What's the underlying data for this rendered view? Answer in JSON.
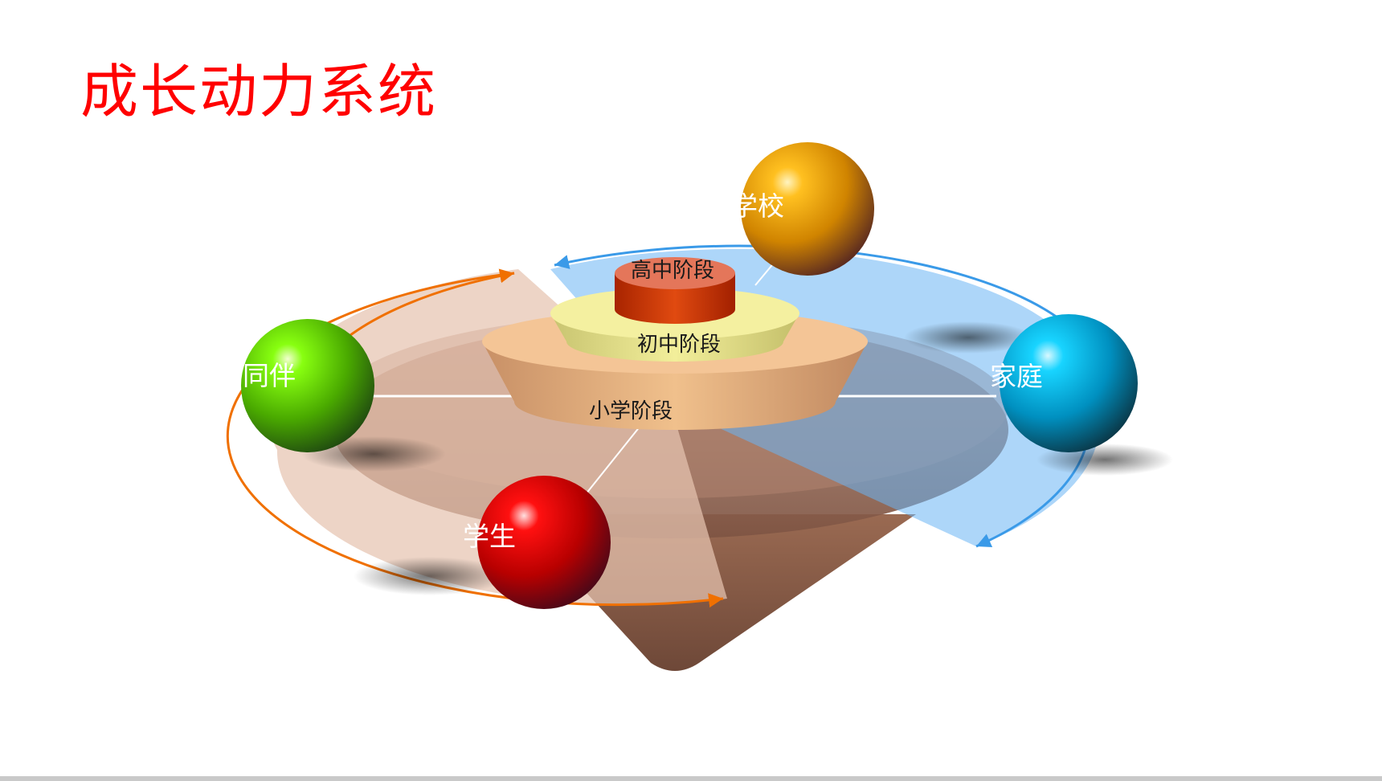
{
  "slide": {
    "title": "成长动力系统",
    "title_color": "#ff0000"
  },
  "diagram": {
    "stages": {
      "high": "高中阶段",
      "middle": "初中阶段",
      "primary": "小学阶段"
    },
    "spheres": {
      "school": {
        "label": "学校",
        "color": "#f0a000"
      },
      "peer": {
        "label": "同伴",
        "color": "#66dd00"
      },
      "family": {
        "label": "家庭",
        "color": "#00b4e8"
      },
      "student": {
        "label": "学生",
        "color": "#e00000"
      }
    },
    "colors": {
      "orange_arc": "#f07000",
      "blue_arc": "#3a9ae8",
      "base_body": "#9a6a52"
    }
  }
}
